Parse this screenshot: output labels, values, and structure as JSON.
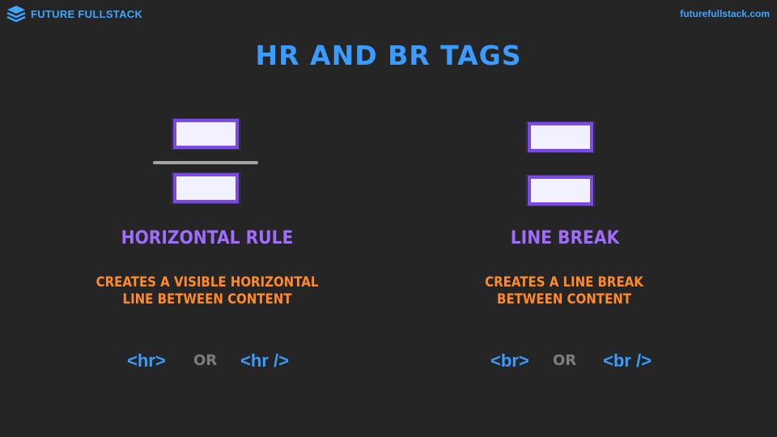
{
  "header": {
    "brand_name": "FUTURE FULLSTACK",
    "brand_icon": "stacked-layers-icon",
    "site_url": "futurefullstack.com"
  },
  "slide": {
    "title": "HR AND BR TAGS"
  },
  "columns": {
    "horizontal_rule": {
      "heading": "HORIZONTAL RULE",
      "description_line1": "CREATES A VISIBLE HORIZONTAL",
      "description_line2": "LINE BETWEEN CONTENT",
      "syntax_primary": "<hr>",
      "or_label": "OR",
      "syntax_alternate": "<hr />"
    },
    "line_break": {
      "heading": "LINE BREAK",
      "description_line1": "CREATES A LINE BREAK",
      "description_line2": "BETWEEN CONTENT",
      "syntax_primary": "<br>",
      "or_label": "OR",
      "syntax_alternate": "<br />"
    }
  },
  "colors": {
    "background": "#252525",
    "brand_blue": "#3b9cff",
    "heading_purple": "#a06bff",
    "description_orange": "#ff8a26",
    "or_gray": "#7d7d7d",
    "box_border": "#7a4be8",
    "box_fill": "#f1f1ff",
    "rule_gray": "#a3a3a3"
  }
}
